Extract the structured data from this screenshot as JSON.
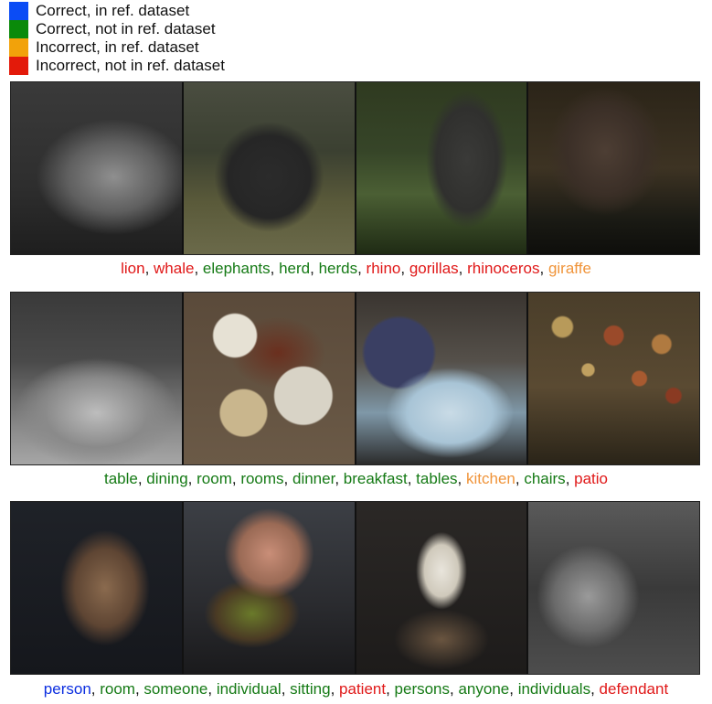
{
  "legend": [
    {
      "label": "Correct, in ref. dataset",
      "color": "#0b4cf5"
    },
    {
      "label": "Correct, not in ref. dataset",
      "color": "#0a8a0a"
    },
    {
      "label": "Incorrect, in ref. dataset",
      "color": "#f2a20a"
    },
    {
      "label": "Incorrect, not in ref. dataset",
      "color": "#e31a0a"
    }
  ],
  "category_colors": {
    "correct_in_ref": "#0b2ee0",
    "correct_not_in_ref": "#157a15",
    "incorrect_in_ref": "#f0943a",
    "incorrect_not_in_ref": "#e01818"
  },
  "rows": [
    {
      "images": [
        "elephant-photo",
        "elephant-photo",
        "elephant-photo",
        "elephant-photo"
      ],
      "words": [
        {
          "text": "lion",
          "category": "incorrect_not_in_ref"
        },
        {
          "text": "whale",
          "category": "incorrect_not_in_ref"
        },
        {
          "text": "elephants",
          "category": "correct_not_in_ref"
        },
        {
          "text": "herd",
          "category": "correct_not_in_ref"
        },
        {
          "text": "herds",
          "category": "correct_not_in_ref"
        },
        {
          "text": "rhino",
          "category": "incorrect_not_in_ref"
        },
        {
          "text": "gorillas",
          "category": "incorrect_not_in_ref"
        },
        {
          "text": "rhinoceros",
          "category": "incorrect_not_in_ref"
        },
        {
          "text": "giraffe",
          "category": "incorrect_in_ref"
        }
      ]
    },
    {
      "images": [
        "bedroom-photo",
        "breakfast-table-photo",
        "dining-children-photo",
        "decorated-plates-wall-photo"
      ],
      "words": [
        {
          "text": "table",
          "category": "correct_not_in_ref"
        },
        {
          "text": "dining",
          "category": "correct_not_in_ref"
        },
        {
          "text": "room",
          "category": "correct_not_in_ref"
        },
        {
          "text": "rooms",
          "category": "correct_not_in_ref"
        },
        {
          "text": "dinner",
          "category": "correct_not_in_ref"
        },
        {
          "text": "breakfast",
          "category": "correct_not_in_ref"
        },
        {
          "text": "tables",
          "category": "correct_not_in_ref"
        },
        {
          "text": "kitchen",
          "category": "incorrect_in_ref"
        },
        {
          "text": "chairs",
          "category": "correct_not_in_ref"
        },
        {
          "text": "patio",
          "category": "incorrect_not_in_ref"
        }
      ]
    },
    {
      "images": [
        "tennis-player-photo",
        "man-eating-photo",
        "mannequin-photo",
        "person-umbrella-photo"
      ],
      "words": [
        {
          "text": "person",
          "category": "correct_in_ref"
        },
        {
          "text": "room",
          "category": "correct_not_in_ref"
        },
        {
          "text": "someone",
          "category": "correct_not_in_ref"
        },
        {
          "text": "individual",
          "category": "correct_not_in_ref"
        },
        {
          "text": "sitting",
          "category": "correct_not_in_ref"
        },
        {
          "text": "patient",
          "category": "incorrect_not_in_ref"
        },
        {
          "text": "persons",
          "category": "correct_not_in_ref"
        },
        {
          "text": "anyone",
          "category": "correct_not_in_ref"
        },
        {
          "text": "individuals",
          "category": "correct_not_in_ref"
        },
        {
          "text": "defendant",
          "category": "incorrect_not_in_ref"
        }
      ]
    }
  ]
}
